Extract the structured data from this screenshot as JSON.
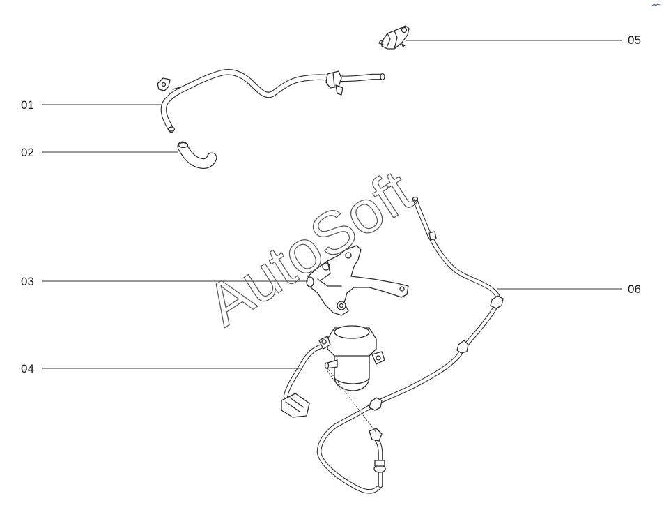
{
  "watermark": "AutoSoft",
  "callouts": [
    {
      "id": "01",
      "label": "01"
    },
    {
      "id": "02",
      "label": "02"
    },
    {
      "id": "03",
      "label": "03"
    },
    {
      "id": "04",
      "label": "04"
    },
    {
      "id": "05",
      "label": "05"
    },
    {
      "id": "06",
      "label": "06"
    }
  ]
}
